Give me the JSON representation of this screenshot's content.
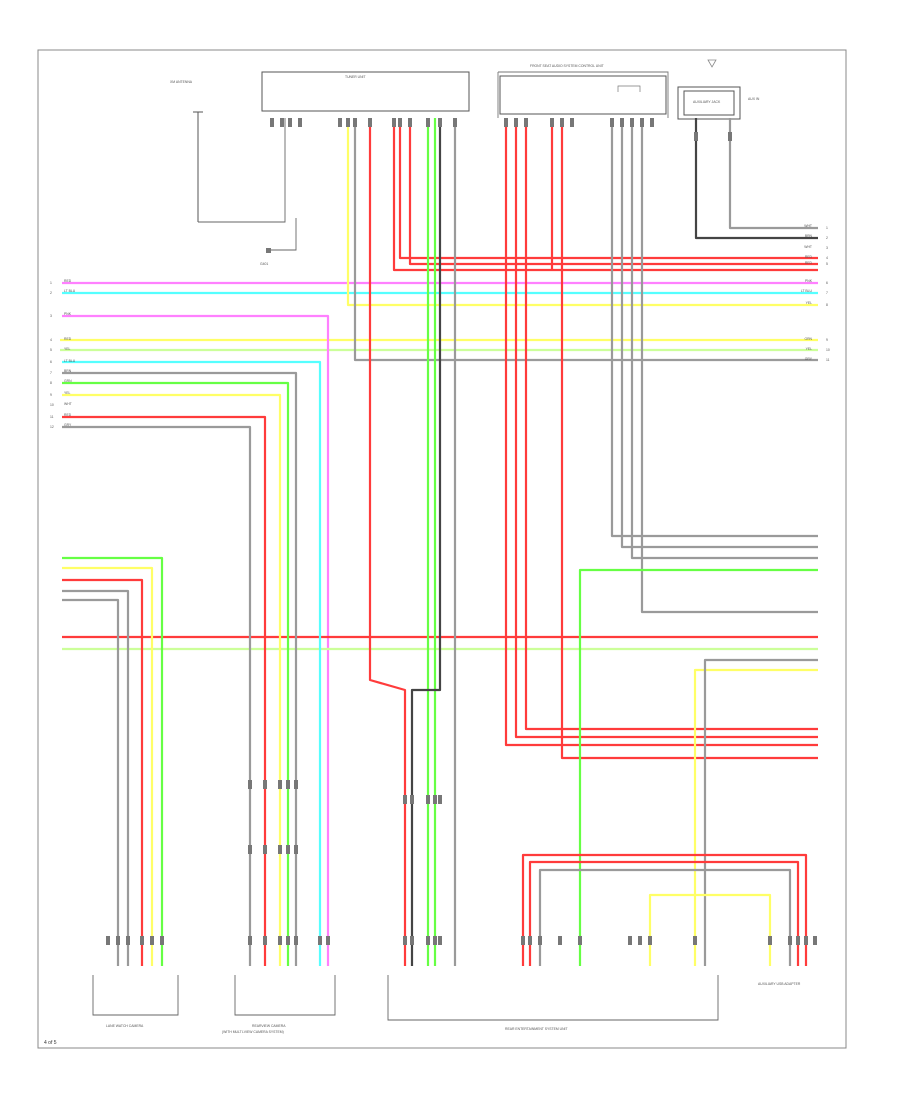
{
  "diagram": {
    "page_tag": "4 of 5",
    "components": {
      "satellite_antenna": {
        "label": "XM ANTENNA"
      },
      "tuner_unit": {
        "label": "TUNER UNIT"
      },
      "audio_unit": {
        "label": "FRONT SEAT AUDIO SYSTEM CONTROL UNIT"
      },
      "auxiliary_unit": {
        "label": "AUXILIARY JACK",
        "note": "AUX IN"
      },
      "ground_label": "G401",
      "lane_camera": {
        "label": "LANE WATCH CAMERA"
      },
      "rearview_camera": {
        "label": "REARVIEW CAMERA",
        "sub": "(WITH MULTI-VIEW CAMERA SYSTEM)"
      },
      "rear_entertainment": {
        "label": "REAR ENTERTAINMENT SYSTEM UNIT"
      },
      "usb_adapter": {
        "label": "AUXILIARY USB ADAPTER"
      }
    },
    "colors": {
      "red": "#ff3b3b",
      "pink": "#ff80ff",
      "cyan": "#55ffff",
      "yellow": "#ffff66",
      "green": "#66ff44",
      "lightgreen": "#ccff99",
      "gray": "#9a9a9a",
      "black": "#444444"
    },
    "left_wire_labels": [
      "RED",
      "LT BLU",
      "PNK",
      "RED",
      "YEL",
      "LT BLU",
      "BRN",
      "GRN",
      "YEL",
      "WHT",
      "RED",
      "GRY"
    ],
    "right_wire_labels": [
      "WHT",
      "BRN",
      "WHT",
      "RED",
      "RED",
      "PNK",
      "LT BLU",
      "YEL",
      "GRN",
      "YEL",
      "GRY"
    ],
    "terminal_numbers": [
      "1",
      "2",
      "3",
      "4",
      "5",
      "6",
      "7",
      "8",
      "9",
      "10",
      "11",
      "12"
    ]
  }
}
